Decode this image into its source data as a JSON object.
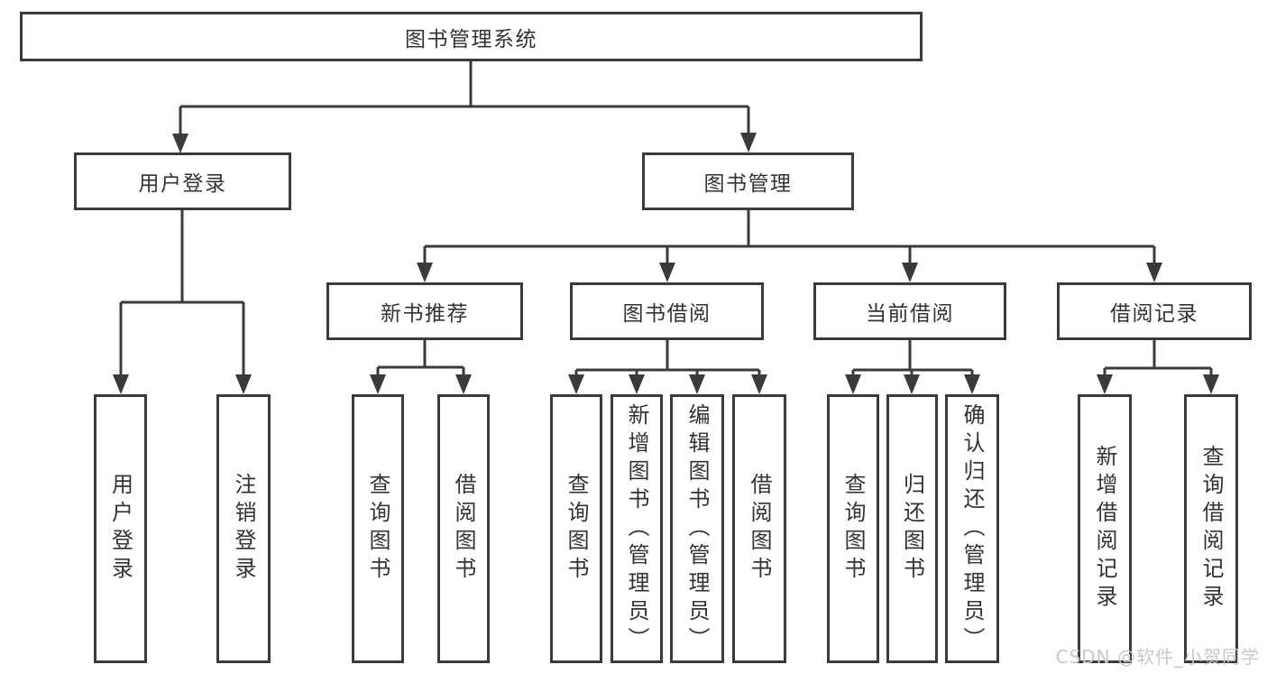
{
  "colors": {
    "border": "#3a3a3a",
    "line": "#3a3a3a",
    "text": "#333333",
    "background": "#ffffff",
    "watermark_color": "#c8c8c8"
  },
  "tree": {
    "root": {
      "label": "图书管理系统"
    },
    "branches": [
      {
        "label": "用户登录",
        "children": [
          {
            "label": "用户登录"
          },
          {
            "label": "注销登录"
          }
        ]
      },
      {
        "label": "图书管理",
        "groups": [
          {
            "label": "新书推荐",
            "children": [
              {
                "label": "查询图书"
              },
              {
                "label": "借阅图书"
              }
            ]
          },
          {
            "label": "图书借阅",
            "children": [
              {
                "label": "查询图书"
              },
              {
                "label": "新增图书（管理员）"
              },
              {
                "label": "编辑图书（管理员）"
              },
              {
                "label": "借阅图书"
              }
            ]
          },
          {
            "label": "当前借阅",
            "children": [
              {
                "label": "查询图书"
              },
              {
                "label": "归还图书"
              },
              {
                "label": "确认归还（管理员）"
              }
            ]
          },
          {
            "label": "借阅记录",
            "children": [
              {
                "label": "新增借阅记录"
              },
              {
                "label": "查询借阅记录"
              }
            ]
          }
        ]
      }
    ]
  },
  "watermark": {
    "text": "CSDN @软件_小贺同学"
  }
}
